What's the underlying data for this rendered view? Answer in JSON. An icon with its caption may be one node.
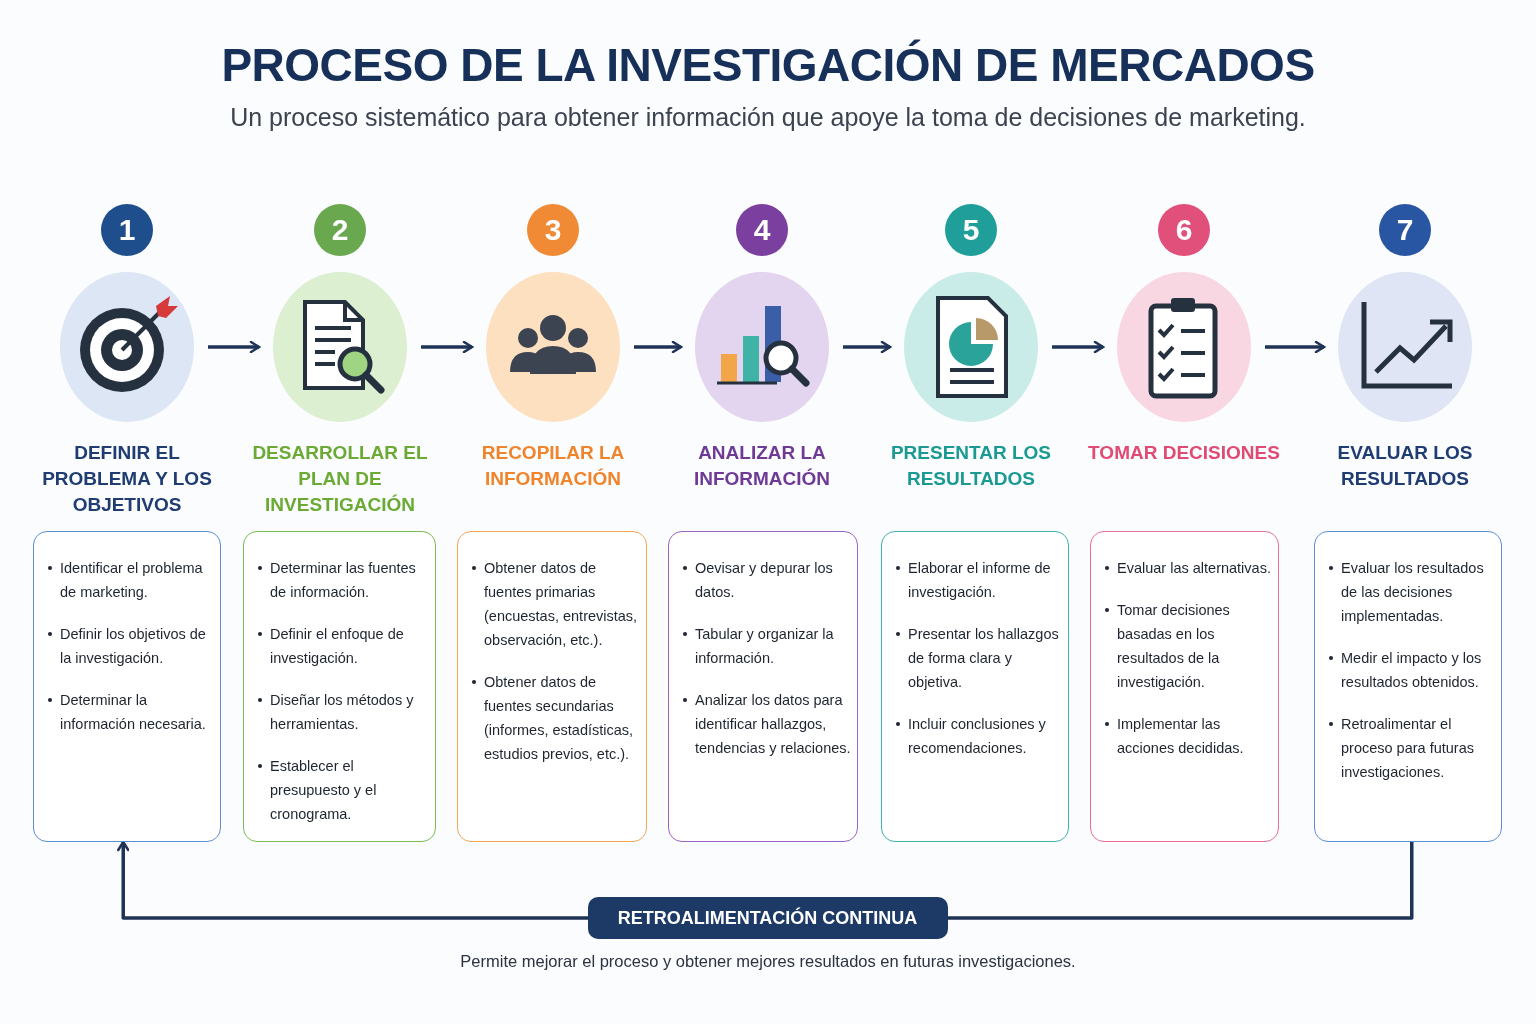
{
  "diagram": {
    "title": "PROCESO DE LA INVESTIGACIÓN DE MERCADOS",
    "caption": "Un proceso sistemático para obtener información que apoye la toma de decisiones de marketing.",
    "nodes": [
      {
        "text": [
          "1"
        ]
      },
      {
        "text": [],
        "shape": "circle",
        "beside": [
          "DEFINIR EL PROBLEMA Y LOS OBJETIVOS"
        ]
      },
      {
        "text": [
          "Identificar el problema de marketing.",
          "Definir los objetivos de la investigación.",
          "Determinar la información necesaria."
        ]
      },
      {
        "text": [
          "2"
        ]
      },
      {
        "text": [],
        "shape": "circle",
        "beside": [
          "DESARROLLAR EL PLAN DE INVESTIGACIÓN"
        ]
      },
      {
        "text": [
          "Determinar las fuentes de información.",
          "Definir el enfoque de investigación.",
          "Diseñar los métodos y herramientas.",
          "Establecer el presupuesto y el cronograma."
        ]
      },
      {
        "text": [
          "3"
        ]
      },
      {
        "text": [],
        "shape": "circle",
        "beside": [
          "RECOPILAR LA INFORMACIÓN"
        ]
      },
      {
        "text": [
          "Obtener datos de fuentes primarias (encuestas, entrevistas, observación, etc.).",
          "Obtener datos de fuentes secundarias (informes, estadísticas, estudios previos, etc.)."
        ]
      },
      {
        "text": [
          "4"
        ]
      },
      {
        "text": [],
        "shape": "circle",
        "beside": [
          "ANALIZAR LA INFORMACIÓN"
        ]
      },
      {
        "text": [
          "Oevisar y depurar los datos.",
          "Tabular y organizar la información.",
          "Analizar los datos para identificar hallazgos, tendencias y relaciones."
        ]
      },
      {
        "text": [
          "5"
        ]
      },
      {
        "text": [],
        "shape": "circle",
        "beside": [
          "PRESENTAR LOS RESULTADOS"
        ]
      },
      {
        "text": [
          "Elaborar el informe de investigación.",
          "Presentar los hallazgos de forma clara y objetiva.",
          "Incluir conclusiones y recomendaciones."
        ]
      },
      {
        "text": [
          "6"
        ]
      },
      {
        "text": [],
        "shape": "circle",
        "beside": [
          "TOMAR DECISIONES"
        ]
      },
      {
        "text": [
          "Evaluar las alternativas.",
          "Tomar decisiones basadas en los resultados de la investigación.",
          "Implementar las acciones decididas."
        ]
      },
      {
        "text": [
          "7"
        ]
      },
      {
        "text": [],
        "shape": "circle",
        "beside": [
          "EVALUAR LOS RESULTADOS"
        ]
      },
      {
        "text": [
          "Evaluar los resultados de las decisiones implementadas.",
          "Medir el impacto y los resultados obtenidos.",
          "Retroalimentar el proceso para futuras investigaciones."
        ]
      }
    ],
    "edges": [
      {
        "from": 1,
        "to": 4,
        "arrow": "to"
      },
      {
        "from": 4,
        "to": 7,
        "arrow": "to"
      },
      {
        "from": 7,
        "to": 10,
        "arrow": "to"
      },
      {
        "from": 10,
        "to": 13,
        "arrow": "to"
      },
      {
        "from": 13,
        "to": 16,
        "arrow": "to"
      },
      {
        "from": 16,
        "to": 19,
        "arrow": "to"
      },
      {
        "from": 20,
        "to": 2,
        "arrow": "to",
        "label": "RETROALIMENTACIÓN CONTINUA"
      }
    ],
    "labels": [
      "Permite mejorar el proceso y obtener mejores resultados en futuras investigaciones."
    ]
  }
}
